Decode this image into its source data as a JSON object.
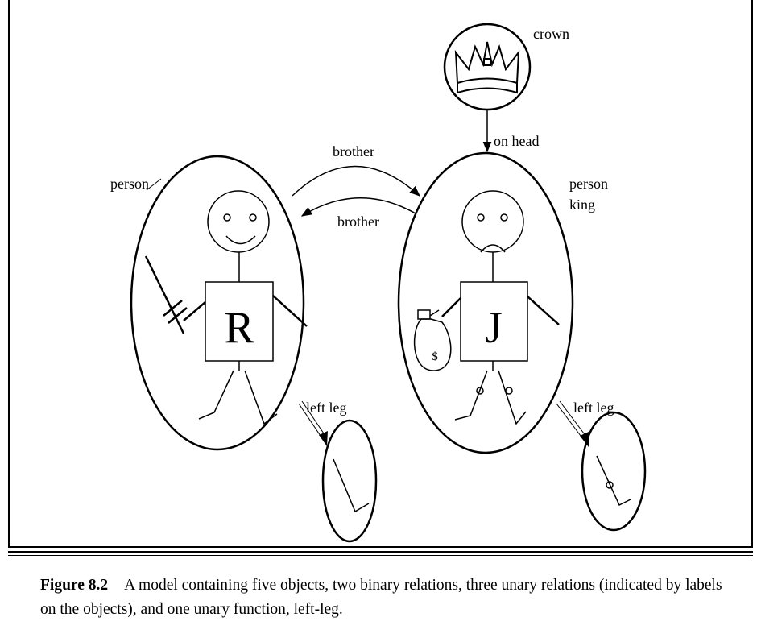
{
  "labels": {
    "crown": "crown",
    "on_head": "on head",
    "brother_top": "brother",
    "brother_bottom": "brother",
    "person_left": "person",
    "person_right": "person",
    "king": "king",
    "left_leg_r": "left leg",
    "left_leg_j": "left leg",
    "letter_r": "R",
    "letter_j": "J",
    "dollar": "$"
  },
  "caption": {
    "label": "Figure 8.2",
    "text": "A model containing five objects, two binary relations, three unary relations (indicated by labels on the objects), and one unary function, left-leg."
  }
}
